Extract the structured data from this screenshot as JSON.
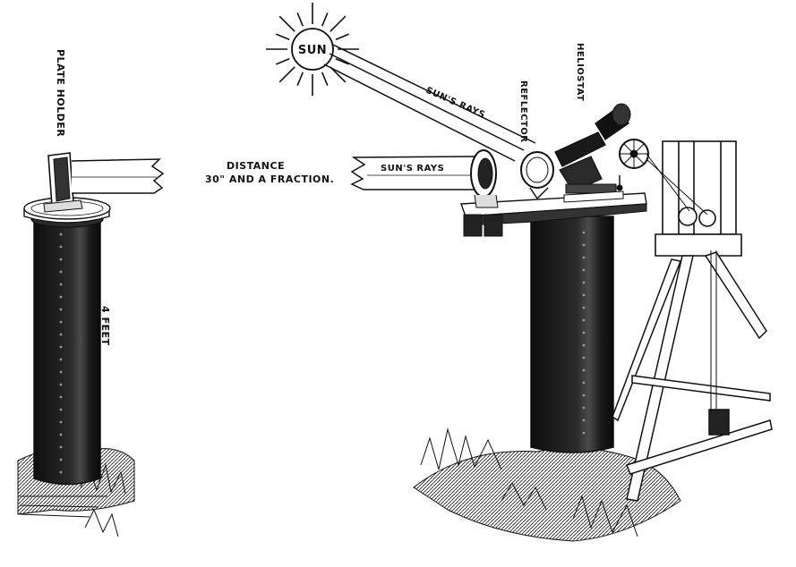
{
  "labels": {
    "sun": "SUN",
    "plate_holder": "PLATE HOLDER",
    "distance_line1": "DISTANCE",
    "distance_line2": "30\" AND A FRACTION.",
    "four_feet": "4 FEET",
    "suns_rays_horizontal": "SUN'S RAYS",
    "suns_rays_diagonal": "SUN'S RAYS",
    "reflector": "REFLECTOR",
    "heliostat": "HELIOSTAT"
  },
  "colors": {
    "ink": "#111111",
    "paper": "#ffffff",
    "pier_dark": "#1a1a1a",
    "pier_highlight": "#5a5a5a"
  }
}
